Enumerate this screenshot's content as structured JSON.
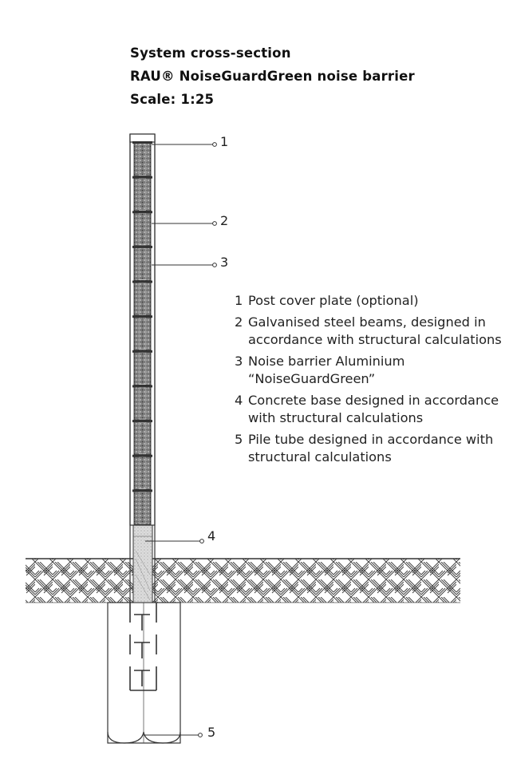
{
  "title": {
    "line1": "System cross-section",
    "line2": "RAU® NoiseGuardGreen noise barrier",
    "line3": "Scale: 1:25"
  },
  "callouts": [
    "1",
    "2",
    "3",
    "4",
    "5"
  ],
  "legend": [
    {
      "num": "1",
      "text": "Post cover plate (optional)"
    },
    {
      "num": "2",
      "text": "Galvanised steel beams, designed in accordance with structural calculations"
    },
    {
      "num": "3",
      "text": "Noise barrier Aluminium “NoiseGuardGreen”"
    },
    {
      "num": "4",
      "text": "Concrete base designed in accordance with structural calculations"
    },
    {
      "num": "5",
      "text": "Pile tube designed in accordance with structural calculations"
    }
  ],
  "colors": {
    "line": "#333333",
    "panel_fill": "#8a8a8a",
    "base_fill": "#d4d4d4",
    "soil_hatch": "#444444"
  },
  "panel_count": 11
}
